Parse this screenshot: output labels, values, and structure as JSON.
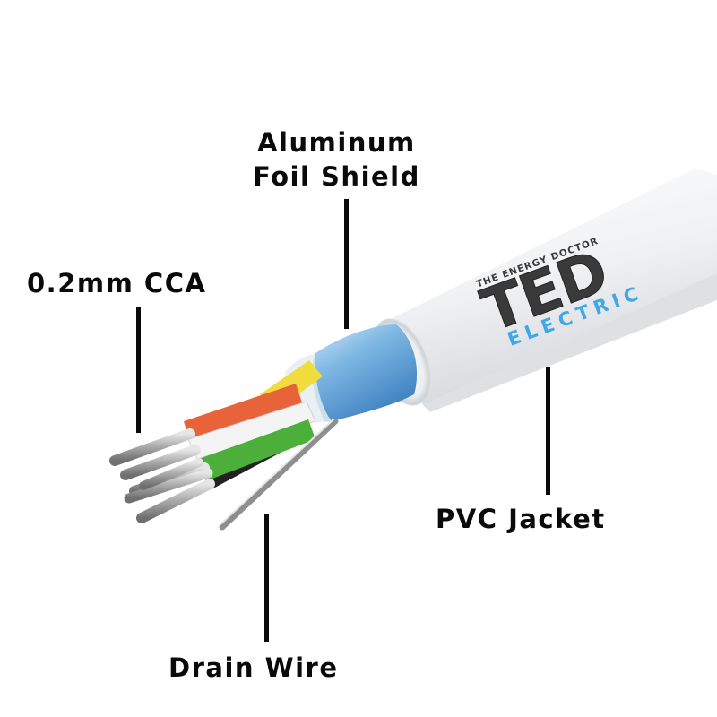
{
  "labels": {
    "foil_line1": "Aluminum",
    "foil_line2": "Foil Shield",
    "conductor": "0.2mm CCA",
    "jacket": "PVC Jacket",
    "drain": "Drain Wire"
  },
  "logo": {
    "tagline": "THE ENERGY DOCTOR",
    "brand": "TED",
    "sub": "ELECTRIC"
  },
  "colors": {
    "jacket": "#f2f3f5",
    "foil": "#5b9fd6",
    "logo_dark": "#3a3a3a",
    "logo_blue": "#3fa9e8",
    "wire_orange": "#e8633a",
    "wire_yellow": "#f0dc3c",
    "wire_green": "#4caf3a",
    "wire_white": "#f4f4f4",
    "wire_black": "#222222",
    "conductor": "#b9b9b9"
  }
}
